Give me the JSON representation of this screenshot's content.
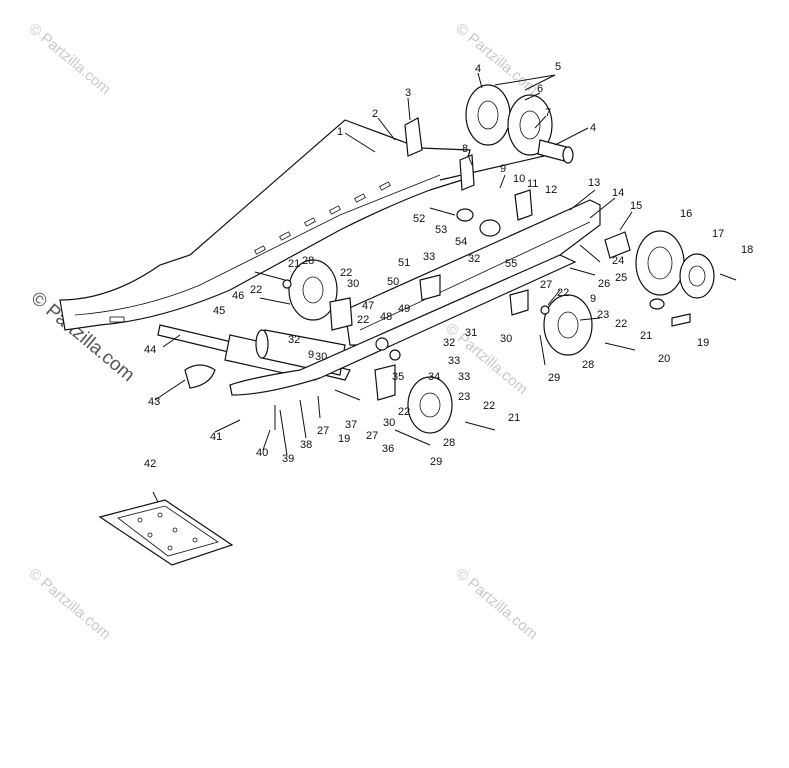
{
  "watermark": {
    "text": "© Partzilla.com",
    "color": "#c9c9c9",
    "side_color": "#555555"
  },
  "callouts": [
    "1",
    "2",
    "3",
    "4",
    "4",
    "5",
    "6",
    "7",
    "8",
    "9",
    "9",
    "9",
    "10",
    "11",
    "12",
    "13",
    "14",
    "15",
    "16",
    "17",
    "18",
    "19",
    "19",
    "20",
    "21",
    "21",
    "21",
    "22",
    "22",
    "22",
    "22",
    "22",
    "22",
    "22",
    "23",
    "23",
    "24",
    "25",
    "26",
    "27",
    "27",
    "27",
    "28",
    "28",
    "28",
    "29",
    "29",
    "30",
    "30",
    "30",
    "30",
    "31",
    "32",
    "32",
    "32",
    "33",
    "33",
    "33",
    "34",
    "35",
    "36",
    "37",
    "38",
    "39",
    "40",
    "41",
    "42",
    "43",
    "44",
    "45",
    "46",
    "47",
    "48",
    "49",
    "50",
    "51",
    "52",
    "53",
    "54",
    "55"
  ]
}
